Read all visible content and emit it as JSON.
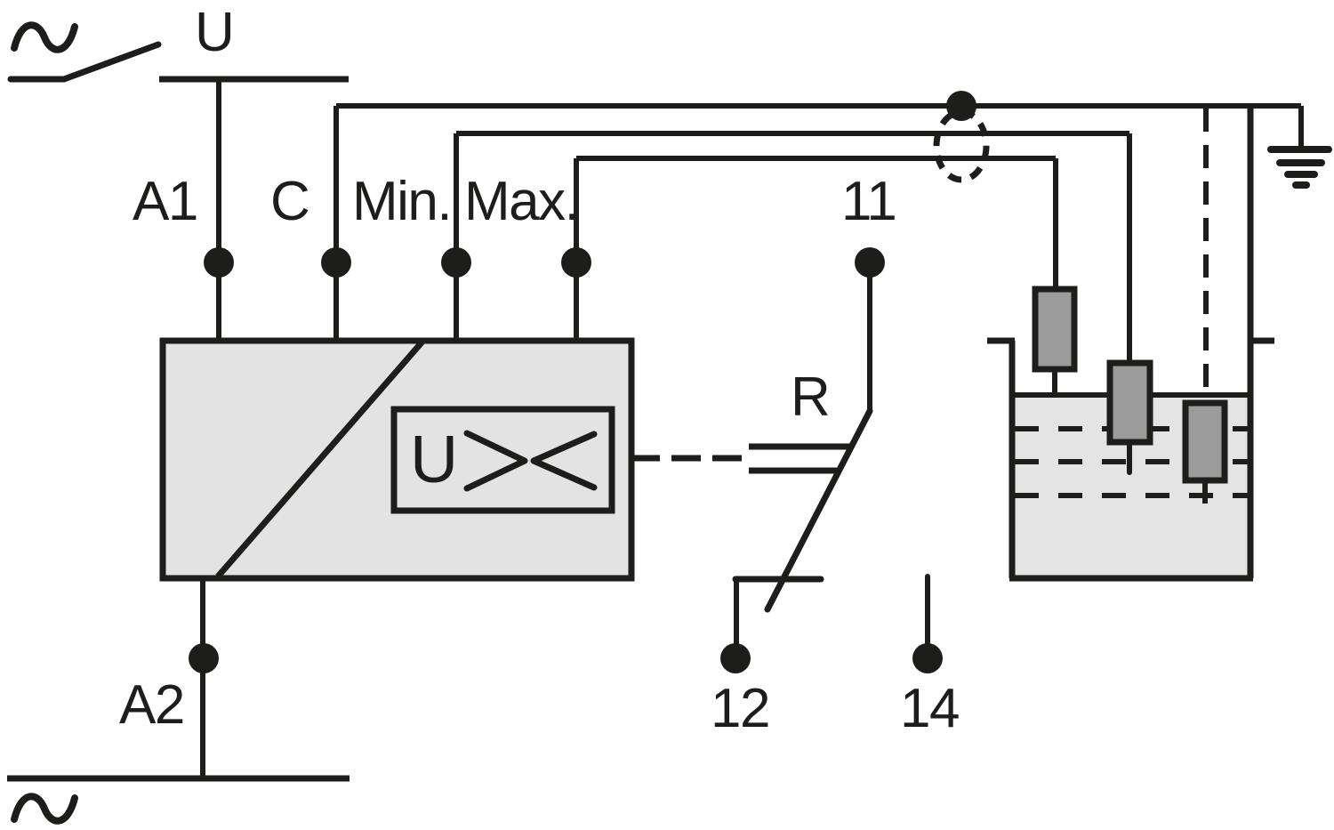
{
  "diagram": {
    "title": "Level monitoring relay wiring diagram",
    "labels": {
      "supply_voltage": "U",
      "terminal_a1": "A1",
      "terminal_c": "C",
      "terminal_min": "Min.",
      "terminal_max": "Max.",
      "terminal_11": "11",
      "terminal_12": "12",
      "terminal_14": "14",
      "terminal_a2": "A2",
      "relay_contact": "R",
      "comparator_u": "U"
    },
    "icons": {
      "ac_source_top": "sine-wave",
      "ac_source_bottom": "sine-wave",
      "supply_switch": "open-switch",
      "earth": "ground-bars",
      "cable_entry": "dashed-ellipse",
      "comparator": "window-comparator-u-greater-less",
      "probes": "electrode-rods",
      "tank": "open-vessel-with-liquid"
    },
    "colors": {
      "line": "#1d1d1b",
      "device_fill": "#e3e3e3",
      "liquid_fill": "#e4e4e4",
      "probe_fill": "#9b9b9b",
      "background": "#ffffff"
    }
  }
}
